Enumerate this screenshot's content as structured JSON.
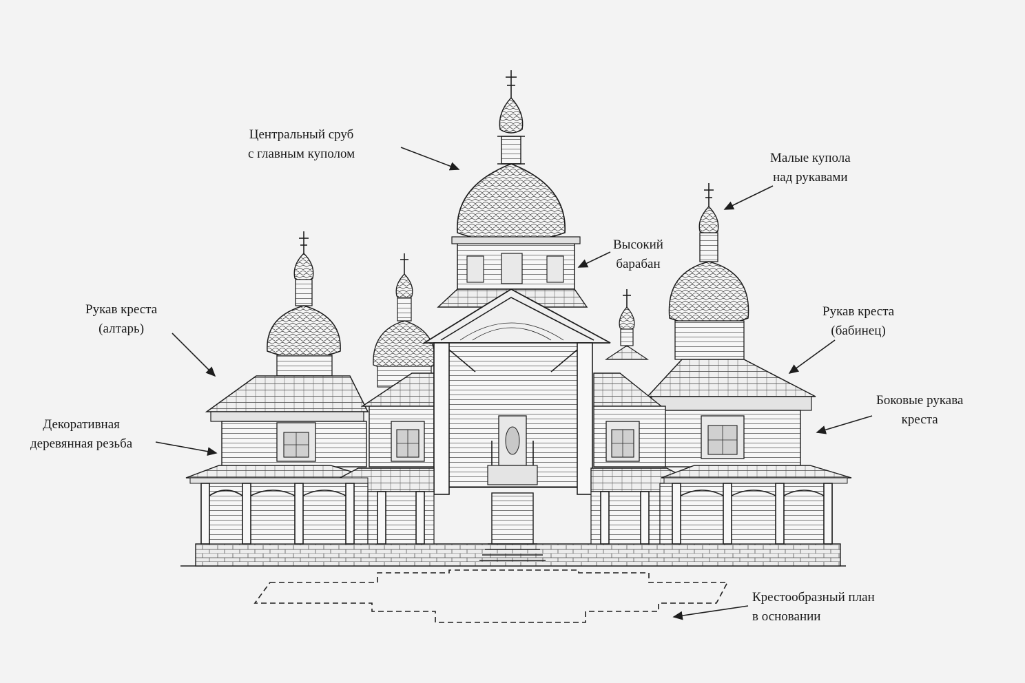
{
  "labels": {
    "central": {
      "line1": "Центральный сруб",
      "line2": "с главным куполом"
    },
    "small_domes": {
      "line1": "Малые купола",
      "line2": "над рукавами"
    },
    "drum": {
      "line1": "Высокий",
      "line2": "барабан"
    },
    "arm_altar": {
      "line1": "Рукав креста",
      "line2": "(алтарь)"
    },
    "arm_babinets": {
      "line1": "Рукав креста",
      "line2": "(бабинец)"
    },
    "carving": {
      "line1": "Декоративная",
      "line2": "деревянная резьба"
    },
    "side_arms": {
      "line1": "Боковые рукава",
      "line2": "креста"
    },
    "plan": {
      "line1": "Крестообразный план",
      "line2": "в основании"
    }
  },
  "colors": {
    "background": "#f3f3f3",
    "ink": "#1d1d1d"
  }
}
